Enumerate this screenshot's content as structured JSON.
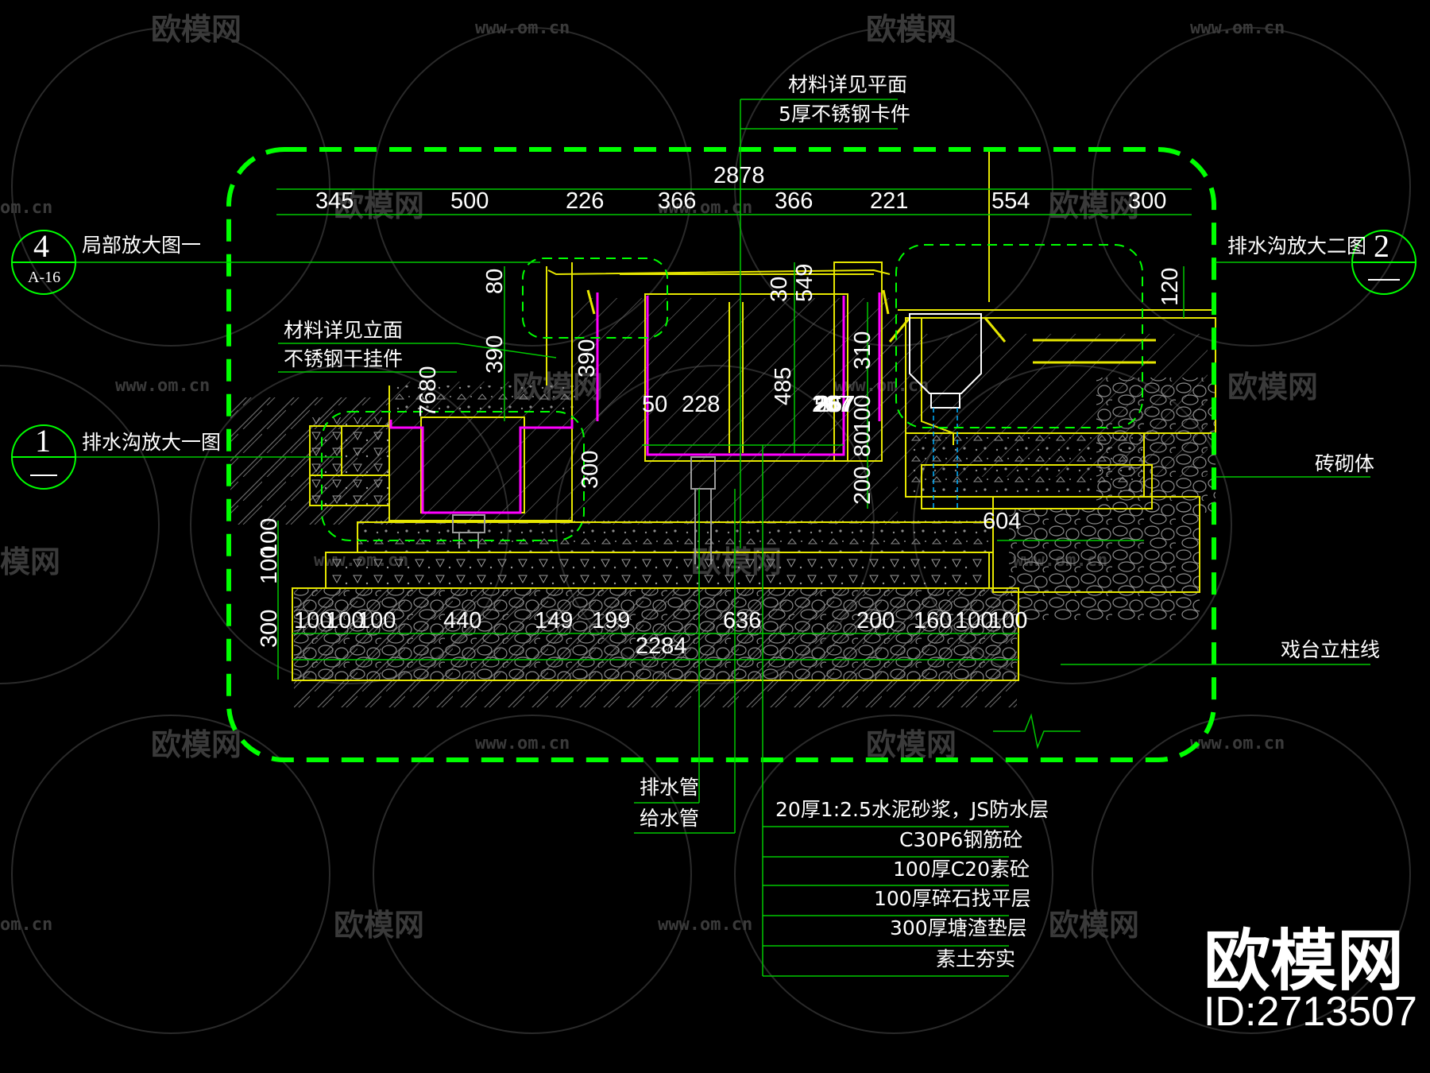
{
  "drawing": {
    "overall_dimension": "2878",
    "top_dimensions": [
      "345",
      "500",
      "226",
      "366",
      "366",
      "221",
      "554",
      "300"
    ],
    "bottom_dimensions_row1": [
      "100",
      "100",
      "100",
      "440",
      "149",
      "199",
      "636",
      "200",
      "160",
      "100",
      "100"
    ],
    "bottom_total": "2284",
    "left_vertical_dims": [
      "100",
      "100",
      "300"
    ],
    "misc_dims": {
      "d80": "80",
      "d390a": "390",
      "d390b": "390",
      "d7680": "7680",
      "d300": "300",
      "d50a": "50",
      "d228": "228",
      "d267": "267",
      "d50b": "50",
      "d30": "30",
      "d549": "549",
      "d485": "485",
      "d310": "310",
      "d100": "100",
      "d80b": "80",
      "d200": "200",
      "d120": "120",
      "d604": "604"
    }
  },
  "annotations": {
    "top_note_1": "材料详见平面",
    "top_note_2": "5厚不锈钢卡件",
    "left_note_1": "材料详见立面",
    "left_note_2": "不锈钢干挂件",
    "detail_4": "局部放大图一",
    "detail_1": "排水沟放大一图",
    "detail_2": "排水沟放大二图",
    "masonry": "砖砌体",
    "stage_column": "戏台立柱线",
    "drain_pipe": "排水管",
    "supply_pipe": "给水管"
  },
  "layers": [
    "20厚1:2.5水泥砂浆，JS防水层",
    "C30P6钢筋砼",
    "100厚C20素砼",
    "100厚碎石找平层",
    "300厚塘渣垫层",
    "素土夯实"
  ],
  "markers": {
    "m4_num": "4",
    "m4_ref": "A-16",
    "m1_num": "1",
    "m2_num": "2"
  },
  "watermark": {
    "cn": "欧模网",
    "url": "www.om.cn",
    "url_short": "om.cn",
    "cn_short": "模网",
    "brand": "欧模网",
    "id": "ID:2713507"
  },
  "colors": {
    "background": "#000000",
    "frame_green": "#00ff00",
    "dim_green": "#00c800",
    "structure_yellow": "#e6e600",
    "waterproof_magenta": "#ff00ff",
    "hatch_gray": "#808080"
  }
}
